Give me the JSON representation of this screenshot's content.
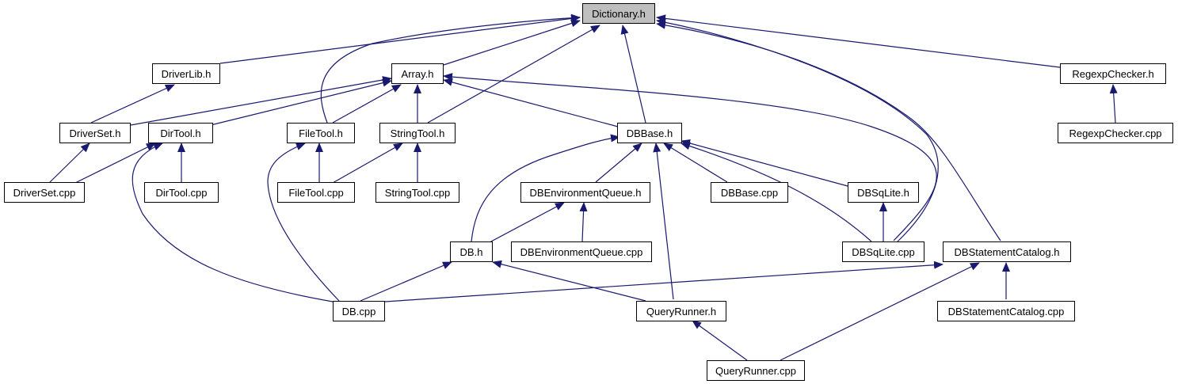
{
  "graph": {
    "title": "Dictionary.h",
    "node_fill": "#ffffff",
    "root_fill": "#bfbfbf",
    "edge_color": "#191970",
    "nodes": {
      "dictionary_h": "Dictionary.h",
      "driverlib_h": "DriverLib.h",
      "array_h": "Array.h",
      "regexpchecker_h": "RegexpChecker.h",
      "driverset_h": "DriverSet.h",
      "dirtool_h": "DirTool.h",
      "filetool_h": "FileTool.h",
      "stringtool_h": "StringTool.h",
      "dbbase_h": "DBBase.h",
      "regexpchecker_cpp": "RegexpChecker.cpp",
      "driverset_cpp": "DriverSet.cpp",
      "dirtool_cpp": "DirTool.cpp",
      "filetool_cpp": "FileTool.cpp",
      "stringtool_cpp": "StringTool.cpp",
      "dbenvironmentqueue_h": "DBEnvironmentQueue.h",
      "dbbase_cpp": "DBBase.cpp",
      "dbsqlite_h": "DBSqLite.h",
      "db_h": "DB.h",
      "dbenvironmentqueue_cpp": "DBEnvironmentQueue.cpp",
      "dbsqlite_cpp": "DBSqLite.cpp",
      "dbstatementcatalog_h": "DBStatementCatalog.h",
      "db_cpp": "DB.cpp",
      "queryrunner_h": "QueryRunner.h",
      "dbstatementcatalog_cpp": "DBStatementCatalog.cpp",
      "queryrunner_cpp": "QueryRunner.cpp"
    }
  }
}
